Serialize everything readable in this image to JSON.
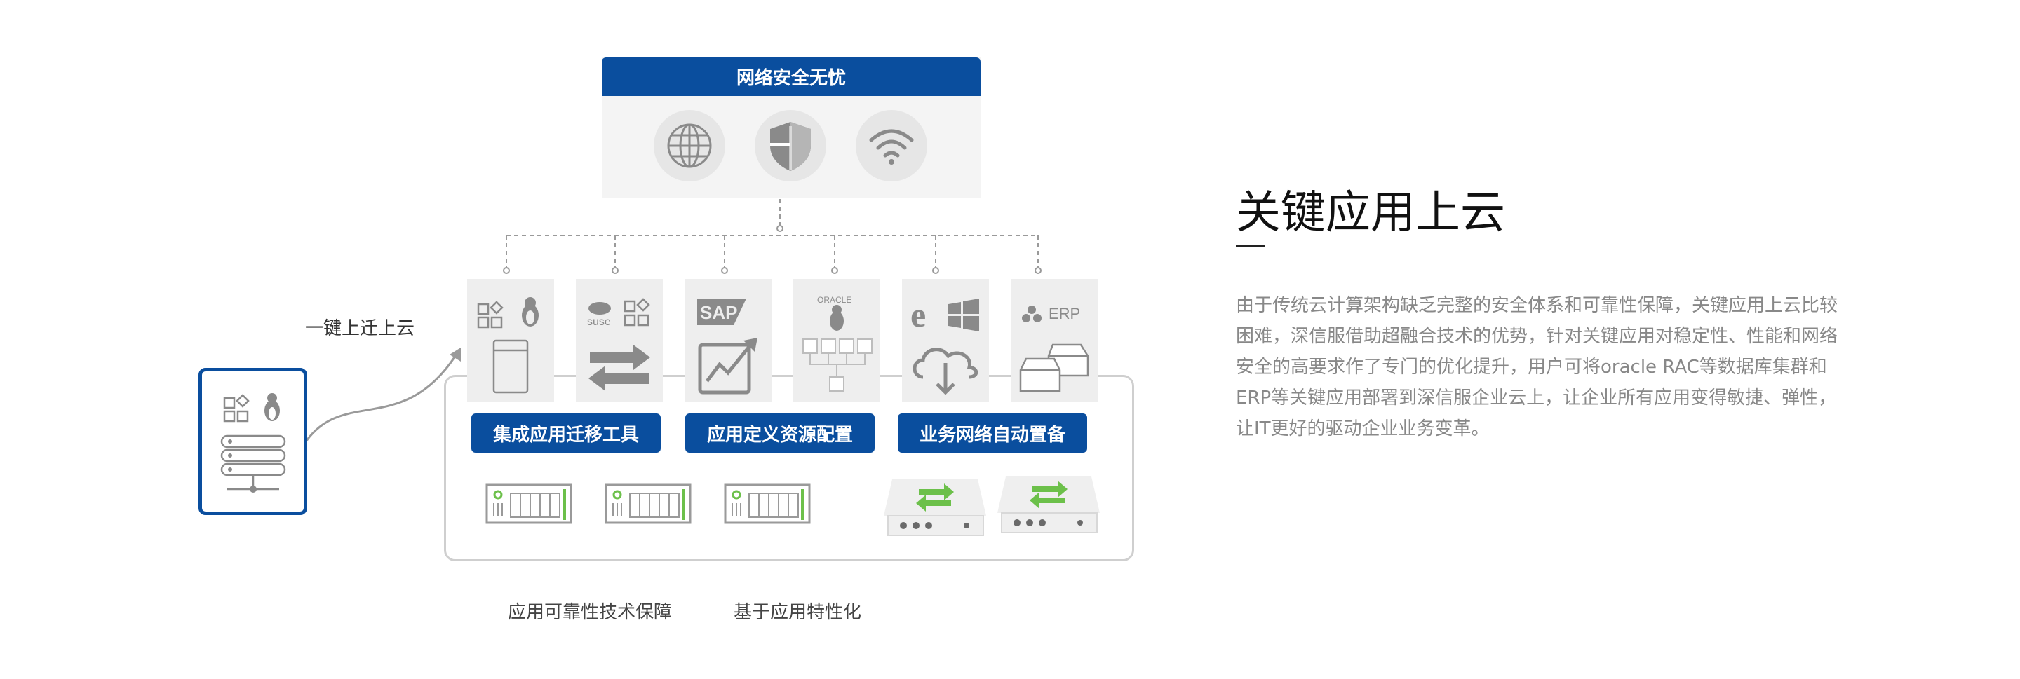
{
  "top_panel": {
    "title": "网络安全无忧",
    "icons": [
      "globe-icon",
      "shield-icon",
      "wifi-icon"
    ]
  },
  "tiles": [
    {
      "icons": [
        "apps-icon",
        "linux-icon",
        "server-rack-icon"
      ]
    },
    {
      "icons": [
        "suse-icon",
        "apps-icon",
        "swap-arrows-icon"
      ],
      "logo_text": "suse"
    },
    {
      "icons": [
        "sap-icon",
        "chart-up-icon"
      ],
      "logo_text": "SAP"
    },
    {
      "icons": [
        "oracle-icon",
        "linux-icon",
        "cluster-icon"
      ],
      "logo_text": "ORACLE"
    },
    {
      "icons": [
        "edge-icon",
        "windows-icon",
        "cloud-download-icon"
      ]
    },
    {
      "icons": [
        "erp-icon",
        "storage-icon"
      ],
      "logo_text": "ERP"
    }
  ],
  "labels": [
    "集成应用迁移工具",
    "应用定义资源配置",
    "业务网络自动置备"
  ],
  "captions": [
    "应用可靠性技术保障",
    "基于应用特性化"
  ],
  "side_label": "一键上迁上云",
  "heading": "关键应用上云",
  "paragraph_lines": [
    "由于传统云计算架构缺乏完整的安全体系和可靠性保障，关键应用上云比较",
    "困难，深信服借助超融合技术的优势，针对关键应用对稳定性、性能和网络",
    "安全的高要求作了专门的优化提升，用户可将oracle RAC等数据库集群和",
    "ERP等关键应用部署到深信服企业云上，让企业所有应用变得敏捷、弹性，",
    "让IT更好的驱动企业业务变革。"
  ],
  "colors": {
    "brand_blue": "#0a4e9e",
    "green": "#6cc04a",
    "gray_icon": "#8a8a8a"
  }
}
